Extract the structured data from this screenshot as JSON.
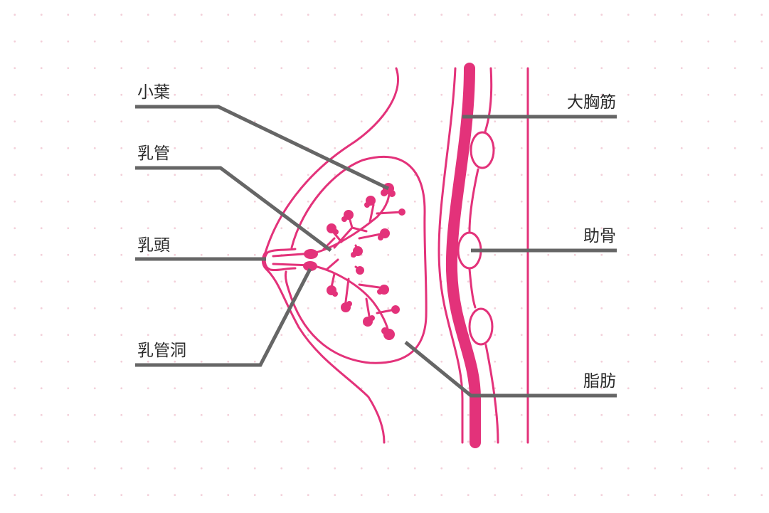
{
  "labels": {
    "lobule": "小葉",
    "duct": "乳管",
    "nipple": "乳頭",
    "sinus": "乳管洞",
    "pectoral": "大胸筋",
    "rib": "助骨",
    "fat": "脂肪"
  },
  "colors": {
    "anatomy": "#e3327a",
    "leader": "#666666",
    "text": "#2b2b2b",
    "dots": "#f3cfd9"
  }
}
